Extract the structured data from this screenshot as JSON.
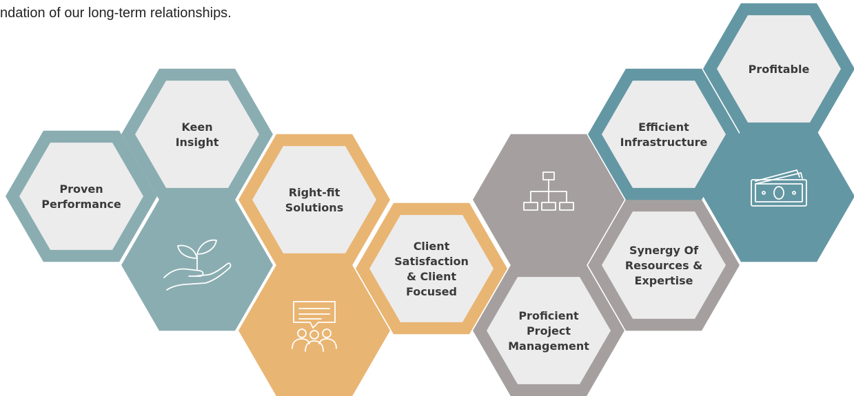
{
  "intro_text": "ndation of our long-term relationships.",
  "colors": {
    "teal_light": "#8aadb1",
    "orange": "#e9b573",
    "taupe": "#a5a09f",
    "teal_dark": "#6497a4",
    "cell_fill": "#ececec",
    "text": "#3a3a3a",
    "icon": "#ffffff"
  },
  "hexagons": [
    {
      "id": "proven-performance",
      "lines": [
        "Proven",
        "Performance"
      ],
      "color": "teal_light"
    },
    {
      "id": "keen-insight",
      "lines": [
        "Keen",
        "Insight"
      ],
      "color": "teal_light"
    },
    {
      "id": "right-fit-solutions",
      "lines": [
        "Right-fit",
        "Solutions"
      ],
      "color": "orange"
    },
    {
      "id": "client-satisfaction",
      "lines": [
        "Client",
        "Satisfaction",
        "& Client",
        "Focused"
      ],
      "color": "orange"
    },
    {
      "id": "proficient-project-management",
      "lines": [
        "Proficient",
        "Project",
        "Management"
      ],
      "color": "taupe"
    },
    {
      "id": "synergy-of-resources",
      "lines": [
        "Synergy Of",
        "Resources &",
        "Expertise"
      ],
      "color": "taupe"
    },
    {
      "id": "efficient-infrastructure",
      "lines": [
        "Efficient",
        "Infrastructure"
      ],
      "color": "teal_dark"
    },
    {
      "id": "profitable",
      "lines": [
        "Profitable"
      ],
      "color": "teal_dark"
    }
  ],
  "icon_hexagons": [
    {
      "id": "growth",
      "icon": "plant-in-hand-icon",
      "color": "teal_light"
    },
    {
      "id": "communication",
      "icon": "team-discussion-icon",
      "color": "orange"
    },
    {
      "id": "structure",
      "icon": "org-chart-icon",
      "color": "taupe"
    },
    {
      "id": "finance",
      "icon": "money-bills-icon",
      "color": "teal_dark"
    }
  ]
}
